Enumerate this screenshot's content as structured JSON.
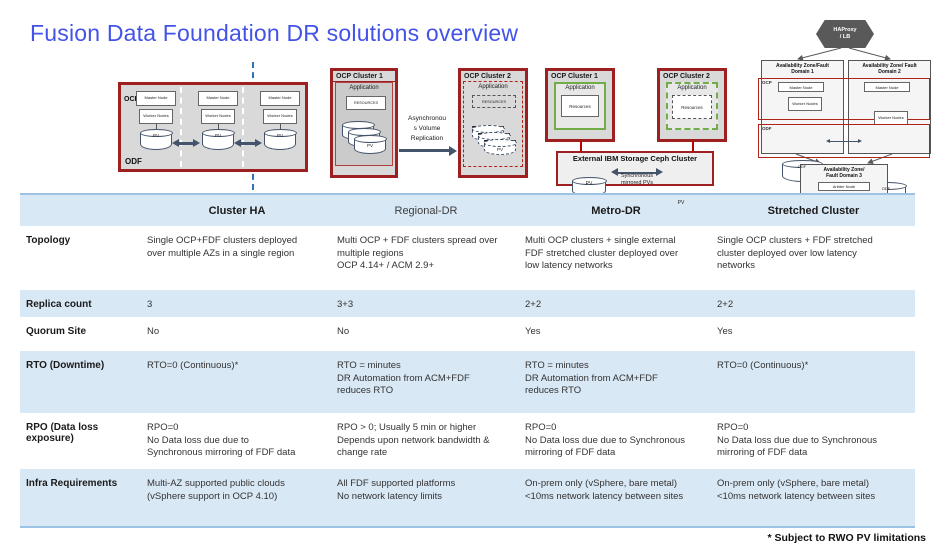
{
  "title": "Fusion Data Foundation DR solutions overview",
  "footnote": "* Subject to RWO PV limitations",
  "colors": {
    "title_blue": "#4353e8",
    "band_blue": "#d9e8f5",
    "rule_blue": "#9cc3e5",
    "dark_red": "#9e1f1f",
    "green": "#70ad47",
    "slate": "#44546a"
  },
  "diagrams": {
    "cluster_ha": {
      "ocp_label": "OCP",
      "odf_label": "ODF",
      "master_label": "Master Node",
      "worker_label": "Worker Nodes",
      "pv_label": "PV"
    },
    "regional_dr": {
      "cluster1_title": "OCP Cluster 1",
      "cluster2_title": "OCP Cluster 2",
      "application_label": "Application",
      "resources_label": "Resources",
      "pv_label": "PV",
      "arrow_label": "Asynchronou\ns Volume\nReplication"
    },
    "metro_dr": {
      "cluster1_title": "OCP Cluster 1",
      "cluster2_title": "OCP Cluster 2",
      "application_label": "Application",
      "resources_label": "Resources",
      "storage_title": "External IBM Storage Ceph Cluster",
      "pv_label": "PV",
      "sync_label": "Synchronous\nmirrored PVs"
    },
    "stretched": {
      "haproxy_label": "HAProxy\n/ LB",
      "zone1_title": "Availability Zone/Fault\nDomain 1",
      "zone2_title": "Availability Zone/ Fault\nDomain 2",
      "zone3_title": "Availability Zone/\nFault Domain 3",
      "ocp_label": "OCP",
      "odf_label": "ODF",
      "master_label": "Master Node",
      "worker_label": "Worker Nodes",
      "odf_cyl_label": "ODF",
      "arbiter_label": "Arbiter Node"
    }
  },
  "table": {
    "headers": [
      "",
      "Cluster HA",
      "Regional-DR",
      "Metro-DR",
      "Stretched Cluster"
    ],
    "rows": [
      {
        "label": "Topology",
        "cells": [
          "Single OCP+FDF clusters deployed\nover multiple AZs in a single region",
          "Multi OCP + FDF clusters spread over\nmultiple regions\nOCP 4.14+ / ACM 2.9+",
          "Multi OCP clusters + single external\nFDF stretched cluster deployed over\nlow latency networks",
          "Single OCP clusters + FDF stretched\ncluster deployed over low latency\nnetworks"
        ]
      },
      {
        "label": "Replica count",
        "cells": [
          "3",
          "3+3",
          "2+2",
          "2+2"
        ]
      },
      {
        "label": "Quorum Site",
        "cells": [
          "No",
          "No",
          "Yes",
          "Yes"
        ]
      },
      {
        "label": "RTO (Downtime)",
        "cells": [
          "RTO=0 (Continuous)*",
          "RTO = minutes\nDR Automation from ACM+FDF\nreduces RTO",
          "RTO = minutes\nDR Automation from ACM+FDF\nreduces RTO",
          "RTO=0 (Continuous)*"
        ]
      },
      {
        "label": "RPO (Data loss\nexposure)",
        "cells": [
          "RPO=0\nNo Data loss due due to\nSynchronous mirroring of FDF data",
          "RPO > 0; Usually 5 min or higher\nDepends upon network bandwidth &\nchange rate",
          "RPO=0\nNo Data loss due due to Synchronous\nmirroring of FDF data",
          "RPO=0\nNo Data loss due due to Synchronous\nmirroring of FDF data"
        ]
      },
      {
        "label": "Infra Requirements",
        "cells": [
          "Multi-AZ supported public clouds\n(vSphere support in OCP 4.10)",
          "All FDF supported platforms\nNo network latency limits",
          "On-prem only (vSphere, bare metal)\n<10ms network latency between sites",
          "On-prem only (vSphere, bare metal)\n<10ms network latency between sites"
        ]
      }
    ]
  }
}
